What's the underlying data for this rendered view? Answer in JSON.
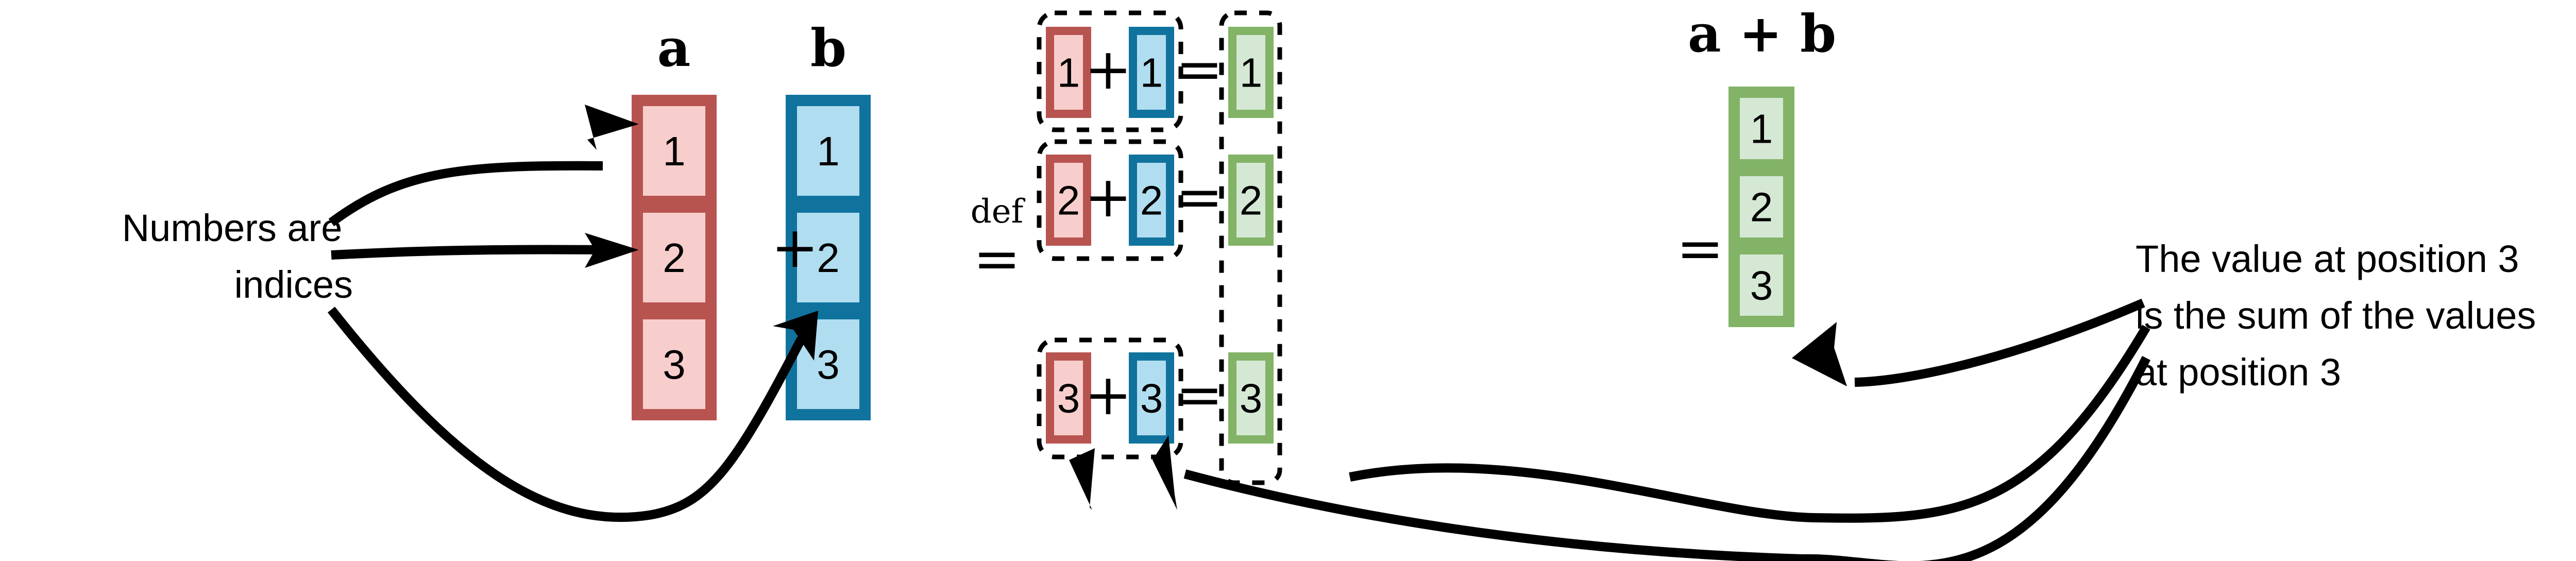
{
  "colors": {
    "red_border": "#b85450",
    "red_fill": "#f8cecc",
    "blue_border": "#10739e",
    "blue_fill": "#b1ddf0",
    "green_border": "#82b366",
    "green_fill": "#d5e8d4",
    "ink": "#000000"
  },
  "labels": {
    "a": "a",
    "b": "b",
    "a_plus_b": "a + b",
    "plus": "+",
    "def": "def",
    "equals": "="
  },
  "vector_a": {
    "name": "a",
    "cells": [
      "1",
      "2",
      "3"
    ]
  },
  "vector_b": {
    "name": "b",
    "cells": [
      "1",
      "2",
      "3"
    ]
  },
  "vector_sum": {
    "name": "a + b",
    "cells": [
      "1",
      "2",
      "3"
    ]
  },
  "rows": [
    {
      "a": "1",
      "op": "+",
      "b": "1",
      "eq": "=",
      "result": "1"
    },
    {
      "a": "2",
      "op": "+",
      "b": "2",
      "eq": "=",
      "result": "2"
    },
    {
      "a": "3",
      "op": "+",
      "b": "3",
      "eq": "=",
      "result": "3"
    }
  ],
  "annotations": {
    "left": [
      "Numbers are",
      "indices"
    ],
    "right": [
      "The value at position 3",
      "is the sum of the values",
      "at position 3"
    ]
  }
}
